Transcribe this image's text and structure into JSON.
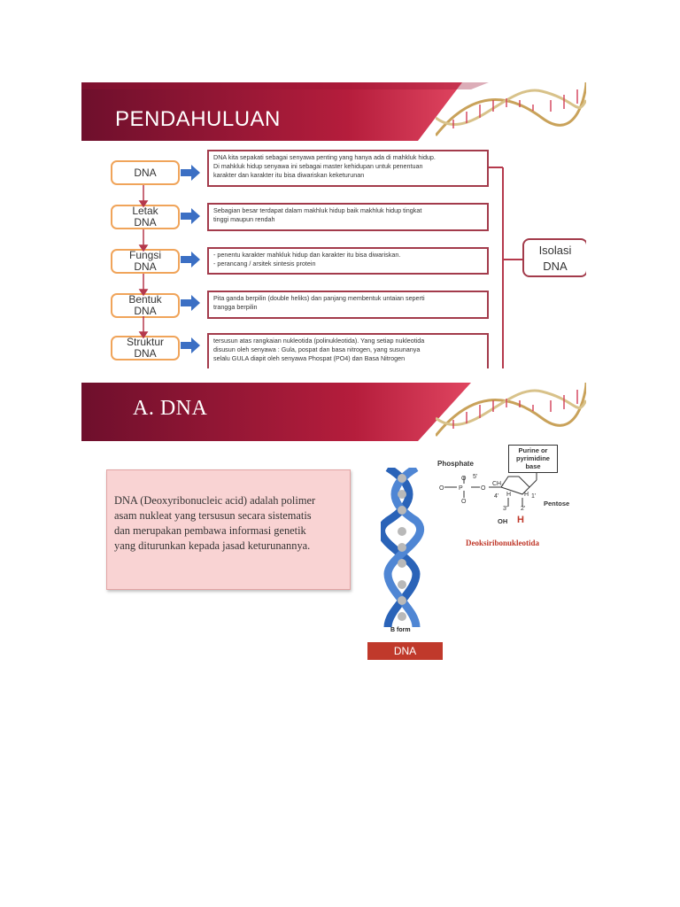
{
  "slide1": {
    "title": "PENDAHULUAN",
    "concepts": [
      {
        "name": "dna",
        "lines": [
          "DNA"
        ]
      },
      {
        "name": "letak",
        "lines": [
          "Letak",
          "DNA"
        ]
      },
      {
        "name": "fungsi",
        "lines": [
          "Fungsi",
          "DNA"
        ]
      },
      {
        "name": "bentuk",
        "lines": [
          "Bentuk",
          "DNA"
        ]
      },
      {
        "name": "struktur",
        "lines": [
          "Struktur",
          "DNA"
        ]
      }
    ],
    "descriptions": [
      [
        "DNA kita sepakati sebagai senyawa penting yang hanya ada di mahkluk hidup.",
        "Di mahkluk hidup senyawa ini sebagai master kehidupan untuk penentuan",
        "karakter dan karakter itu bisa diwariskan keketurunan"
      ],
      [
        "Sebagian besar terdapat dalam makhluk hidup baik makhluk hidup tingkat",
        "tinggi maupun rendah"
      ],
      [
        "- penentu karakter mahkluk hidup dan karakter itu bisa diwariskan.",
        "- perancang / arsitek sintesis protein"
      ],
      [
        "Pita ganda berpilin (double heliks) dan panjang membentuk untaian seperti",
        "trangga berpilin"
      ],
      [
        "tersusun atas rangkaian nukleotida (polinukleotida). Yang setiap nukleotida",
        "disusun oleh senyawa : Gula, pospat dan basa nitrogen, yang susunanya",
        "selalu GULA diapit oleh senyawa Phospat (PO4) dan Basa Nitrogen"
      ]
    ],
    "isolasi": [
      "Isolasi",
      "DNA"
    ]
  },
  "slide2": {
    "title": "A. DNA",
    "definition": {
      "lines": [
        "DNA (Deoxyribonucleic acid) adalah polimer",
        "asam nukleat yang tersusun secara sistematis",
        "dan merupakan pembawa informasi genetik",
        "yang diturunkan kepada jasad keturunannya."
      ]
    },
    "helix_caption": "B form",
    "dna_label": "DNA",
    "chem": {
      "phosphate": "Phosphate",
      "base": [
        "Purine or",
        "pyrimidine",
        "base"
      ],
      "pentose": "Pentose",
      "oh": "OH",
      "h": "H",
      "caption": "Deoksiribonukleotida"
    }
  },
  "colors": {
    "header_maroon": "#7a1030",
    "header_red": "#c8253f",
    "box_border": "#a33b4b",
    "concept_border": "#f0a45a",
    "arrow_blue": "#3b6fc4",
    "pink_box": "#f9d3d3",
    "label_red": "#c0392b"
  }
}
